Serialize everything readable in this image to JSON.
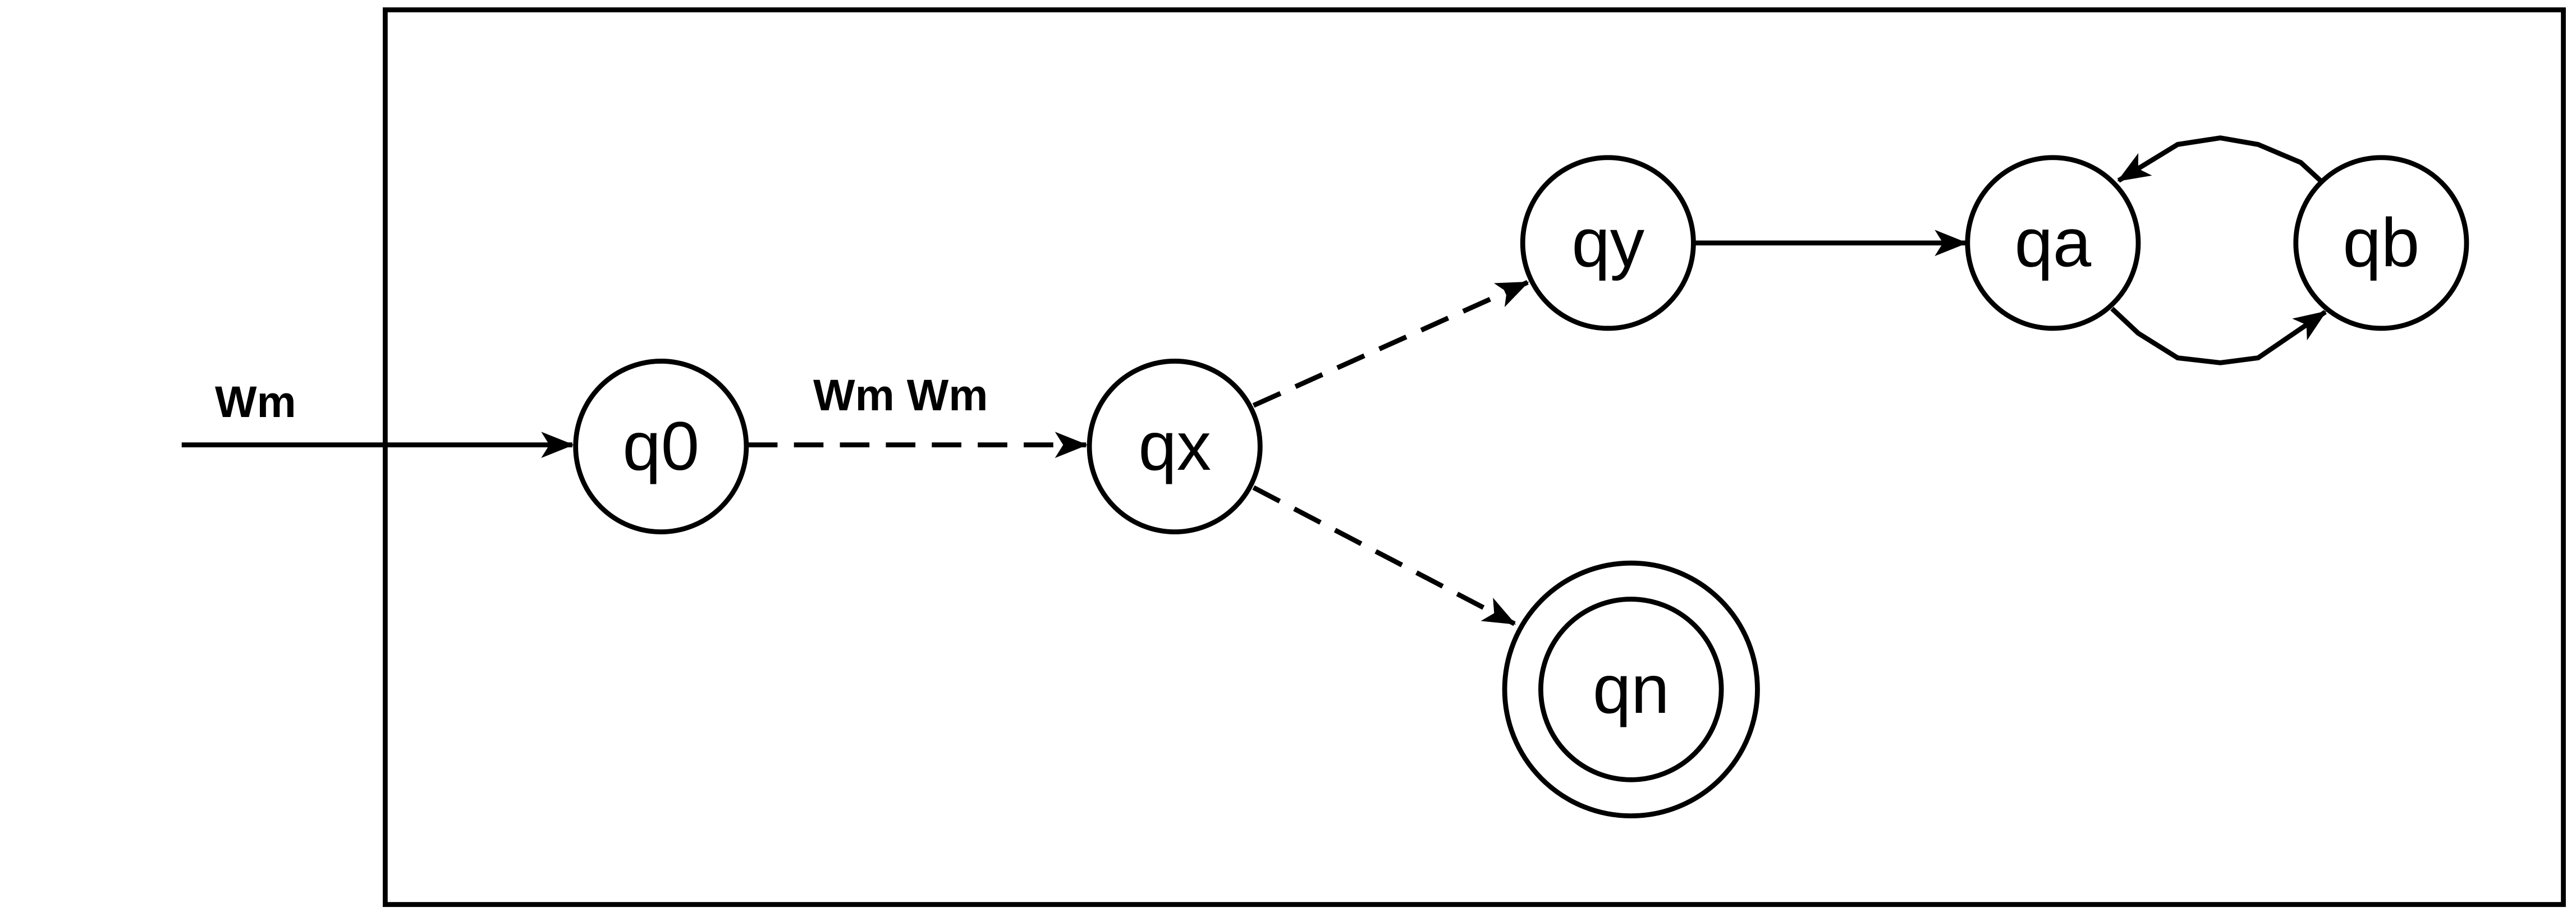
{
  "diagram": {
    "title": "Automaton state diagram",
    "states": [
      {
        "id": "q0",
        "label": "q0",
        "accepting": false
      },
      {
        "id": "qx",
        "label": "qx",
        "accepting": false
      },
      {
        "id": "qy",
        "label": "qy",
        "accepting": false
      },
      {
        "id": "qa",
        "label": "qa",
        "accepting": false
      },
      {
        "id": "qb",
        "label": "qb",
        "accepting": false
      },
      {
        "id": "qn",
        "label": "qn",
        "accepting": true
      }
    ],
    "edges": [
      {
        "from": "start",
        "to": "q0",
        "label": "Wm",
        "style": "solid"
      },
      {
        "from": "q0",
        "to": "qx",
        "label": "Wm Wm",
        "style": "dashed"
      },
      {
        "from": "qx",
        "to": "qy",
        "label": "",
        "style": "dashed"
      },
      {
        "from": "qx",
        "to": "qn",
        "label": "",
        "style": "dashed"
      },
      {
        "from": "qy",
        "to": "qa",
        "label": "",
        "style": "solid"
      },
      {
        "from": "qa",
        "to": "qb",
        "label": "",
        "style": "solid"
      },
      {
        "from": "qb",
        "to": "qa",
        "label": "",
        "style": "solid"
      }
    ]
  }
}
